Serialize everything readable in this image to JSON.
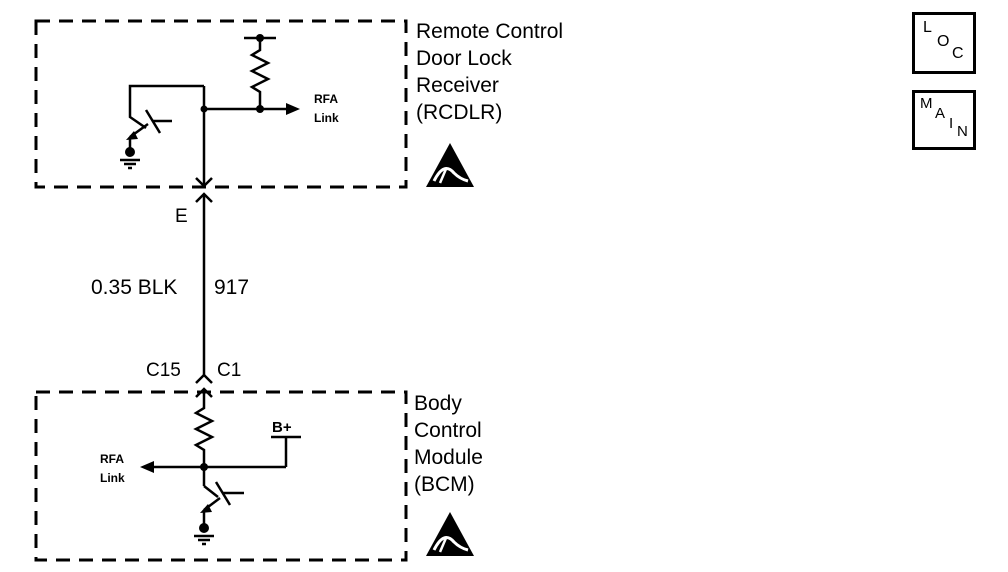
{
  "rcdlr": {
    "name_line1": "Remote Control",
    "name_line2": "Door Lock",
    "name_line3": "Receiver",
    "name_line4": "(RCDLR)",
    "link_line1": "RFA",
    "link_line2": "Link"
  },
  "wire": {
    "connector_top": "E",
    "gauge_color": "0.35 BLK",
    "circuit": "917",
    "connector_bottom_left": "C15",
    "connector_bottom_right": "C1"
  },
  "bcm": {
    "name_line1": "Body",
    "name_line2": "Control",
    "name_line3": "Module",
    "name_line4": "(BCM)",
    "link_line1": "RFA",
    "link_line2": "Link",
    "supply": "B+"
  },
  "nav": {
    "loc": {
      "l1": "L",
      "l2": "O",
      "l3": "C"
    },
    "main": {
      "l1": "M",
      "l2": "A",
      "l3": "I",
      "l4": "N"
    }
  },
  "icons": [
    "esd-warning-icon",
    "ground-icon",
    "resistor-icon",
    "transistor-icon",
    "arrow-icon"
  ]
}
